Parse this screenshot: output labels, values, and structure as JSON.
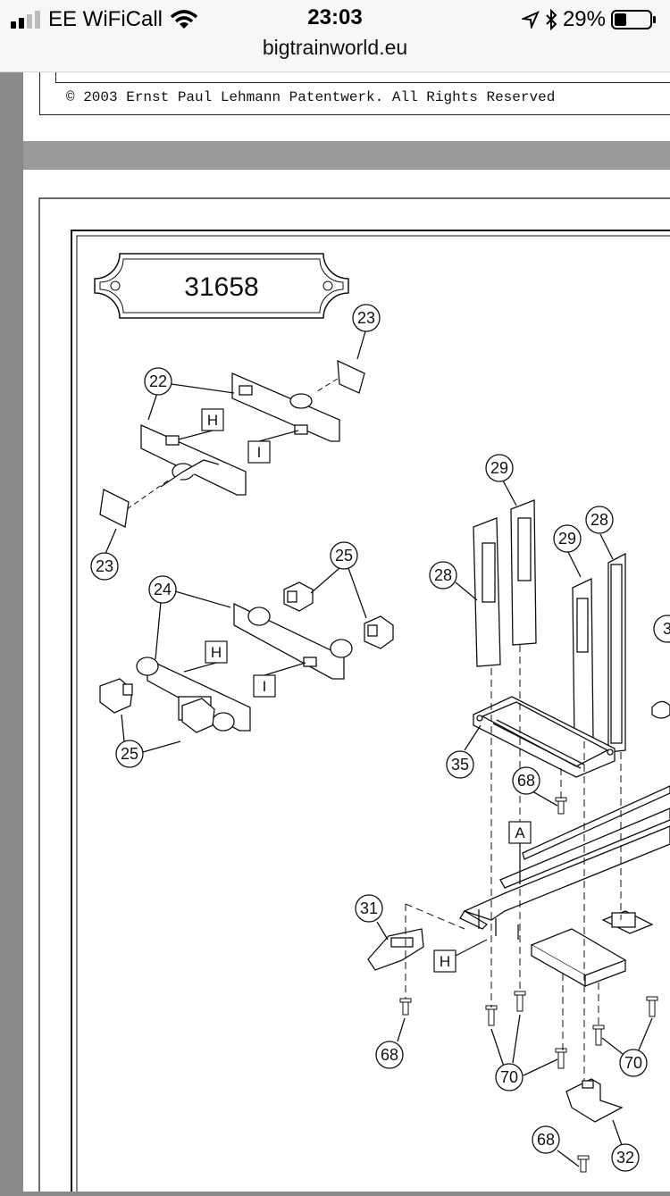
{
  "status": {
    "carrier": "EE WiFiCall",
    "time": "23:03",
    "battery": "29%",
    "icons": [
      "signal-icon",
      "wifi-icon",
      "location-arrow-icon",
      "bluetooth-icon",
      "battery-icon"
    ]
  },
  "browser": {
    "url": "bigtrainworld.eu"
  },
  "page1": {
    "copyright": "© 2003 Ernst Paul Lehmann Patentwerk. All Rights Reserved"
  },
  "drawing": {
    "part_number": "31658",
    "callouts": {
      "c23a": "23",
      "c22": "22",
      "c23b": "23",
      "c24": "24",
      "c25a": "25",
      "c25b": "25",
      "c29a": "29",
      "c29b": "29",
      "c28a": "28",
      "c28b": "28",
      "c3": "3",
      "c35": "35",
      "c68a": "68",
      "c31": "31",
      "c68b": "68",
      "c70a": "70",
      "c70b": "70",
      "c68c": "68",
      "c32": "32"
    },
    "labels": {
      "h1": "H",
      "i1": "I",
      "h2": "H",
      "i2": "I",
      "a1": "A",
      "h3": "H"
    }
  }
}
